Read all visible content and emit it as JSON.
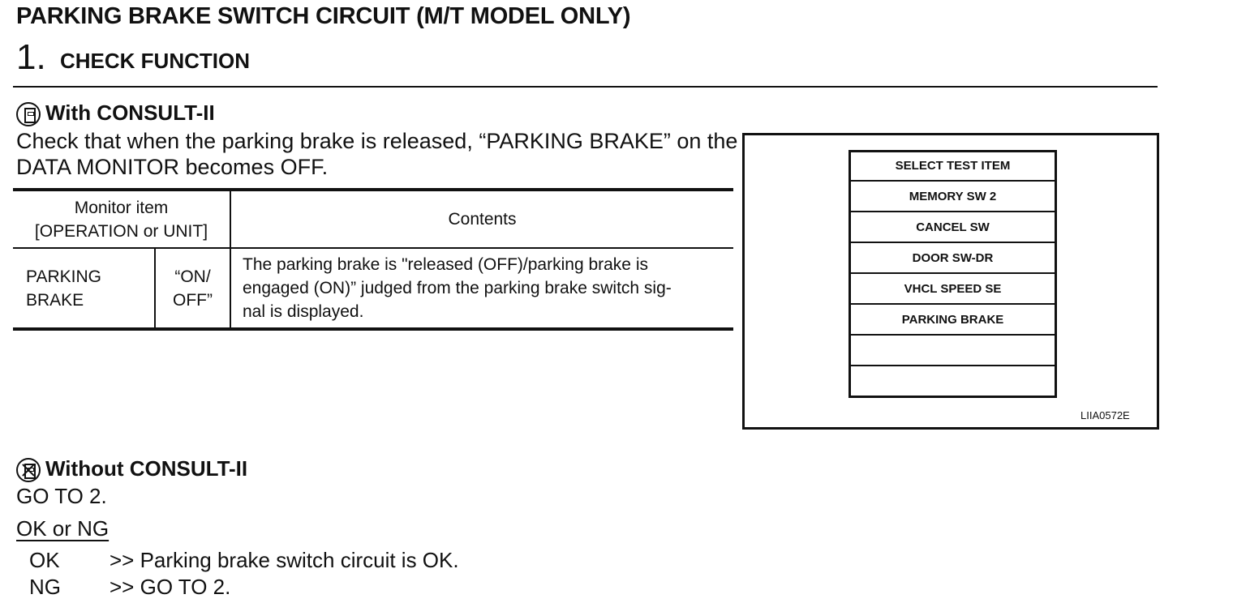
{
  "title": "PARKING BRAKE SWITCH CIRCUIT (M/T MODEL ONLY)",
  "step": {
    "number": "1.",
    "title": "CHECK FUNCTION"
  },
  "with_consult": {
    "heading": "With CONSULT-II",
    "text": "Check that when the parking brake is released, “PARKING BRAKE” on the DATA MONITOR becomes OFF.",
    "icon": "consult-tester-icon"
  },
  "monitor_table": {
    "header_item_line1": "Monitor item",
    "header_item_line2": "[OPERATION or UNIT]",
    "header_contents": "Contents",
    "rows": [
      {
        "name_line1": "PARKING",
        "name_line2": "BRAKE",
        "value_line1": "“ON/",
        "value_line2": "OFF”",
        "contents_line1": "The parking brake is \"released (OFF)/parking brake is",
        "contents_line2": "engaged (ON)” judged from the parking brake switch sig-",
        "contents_line3": "nal is displayed."
      }
    ]
  },
  "consult_screen": {
    "header": "SELECT TEST ITEM",
    "items": [
      "MEMORY SW 2",
      "CANCEL SW",
      "DOOR SW-DR",
      "VHCL SPEED SE",
      "PARKING BRAKE",
      "",
      ""
    ],
    "figure_id": "LIIA0572E"
  },
  "without_consult": {
    "heading": "Without CONSULT-II",
    "text": "GO TO 2.",
    "icon": "no-consult-icon"
  },
  "ok_ng": {
    "heading": "OK or NG",
    "ok_label": "OK",
    "ok_text": ">> Parking brake switch circuit is OK.",
    "ng_label": "NG",
    "ng_text": ">> GO TO 2."
  }
}
